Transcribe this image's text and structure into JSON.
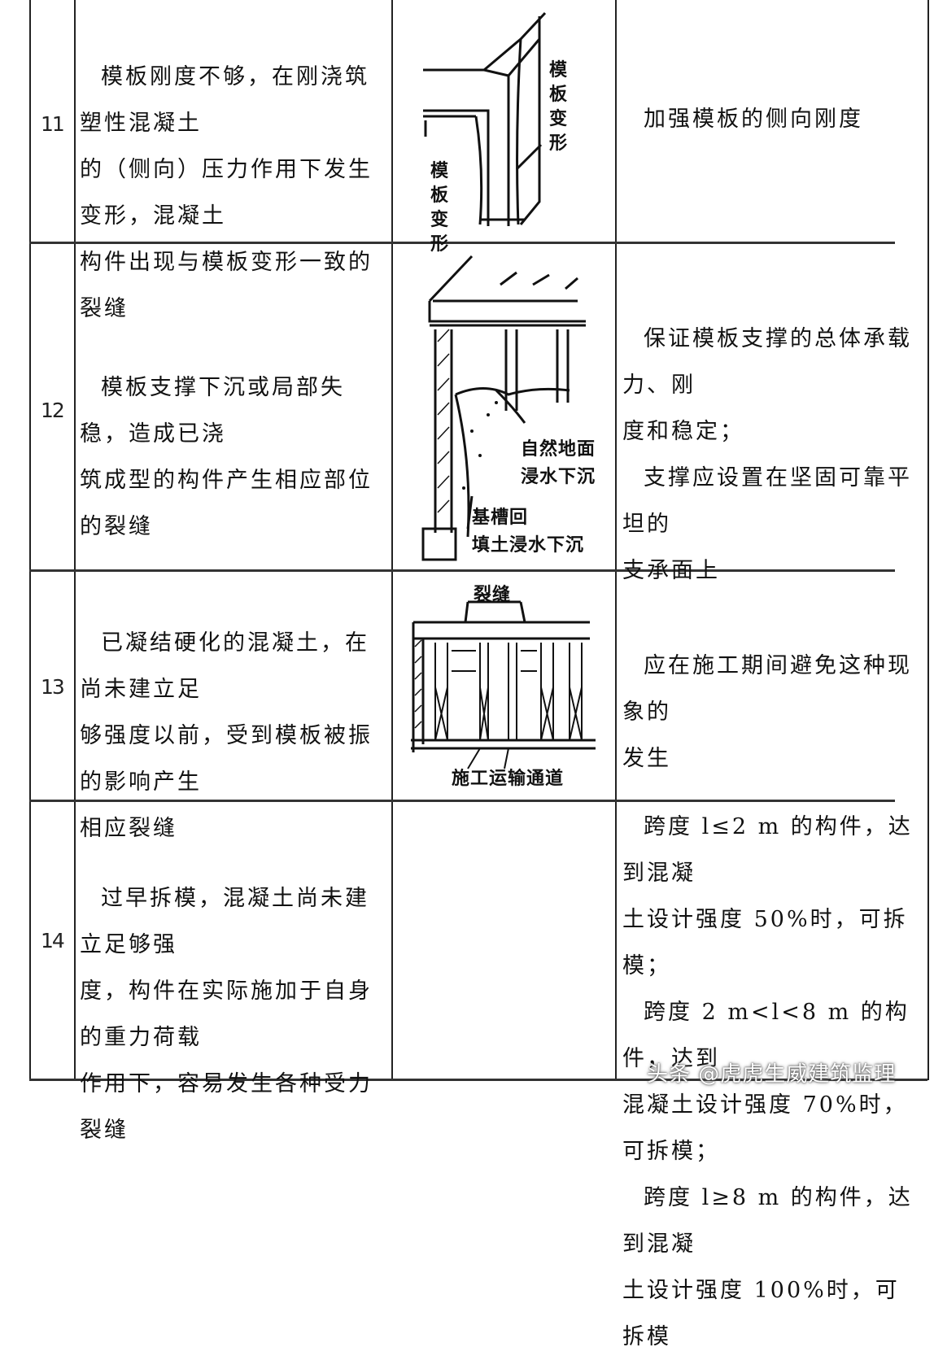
{
  "rows": [
    {
      "number": "11",
      "cause": [
        "模板刚度不够，在刚浇筑塑性混凝土",
        "的（侧向）压力作用下发生变形，混凝土",
        "构件出现与模板变形一致的裂缝"
      ],
      "labels": [
        "模板变形",
        "模板变形"
      ],
      "measures": [
        "加强模板的侧向刚度"
      ]
    },
    {
      "number": "12",
      "cause": [
        "模板支撑下沉或局部失稳，造成已浇",
        "筑成型的构件产生相应部位的裂缝"
      ],
      "labels": [
        "自然地面",
        "浸水下沉",
        "基槽回",
        "填土浸水下沉"
      ],
      "measures": [
        "保证模板支撑的总体承载力、刚",
        "度和稳定；",
        "支撑应设置在坚固可靠平坦的",
        "支承面上"
      ]
    },
    {
      "number": "13",
      "cause": [
        "已凝结硬化的混凝土，在尚未建立足",
        "够强度以前，受到模板被振的影响产生",
        "相应裂缝"
      ],
      "labels": [
        "裂缝",
        "施工运输通道"
      ],
      "measures": [
        "应在施工期间避免这种现象的",
        "发生"
      ]
    },
    {
      "number": "14",
      "cause": [
        "过早拆模，混凝土尚未建立足够强",
        "度，构件在实际施加于自身的重力荷载",
        "作用下，容易发生各种受力裂缝"
      ],
      "measures": [
        "跨度 l≤2 m 的构件，达到混凝",
        "土设计强度 50%时，可拆模；",
        "跨度 2 m<l<8 m 的构件，达到",
        "混凝土设计强度 70%时，可拆模；",
        "跨度 l≥8 m 的构件，达到混凝",
        "土设计强度 100%时，可拆模"
      ]
    }
  ],
  "watermark": "头条 @虎虎生威建筑监理"
}
